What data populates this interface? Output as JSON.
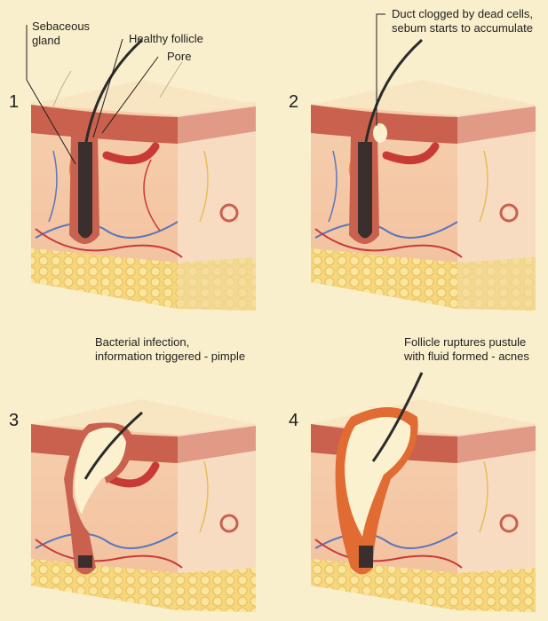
{
  "panels": [
    {
      "number": "1",
      "stage": "healthy"
    },
    {
      "number": "2",
      "stage": "clogged"
    },
    {
      "number": "3",
      "stage": "infected"
    },
    {
      "number": "4",
      "stage": "ruptured"
    }
  ],
  "labels": {
    "sebaceous_gland": "Sebaceous\ngland",
    "healthy_follicle": "Healthy follicle",
    "pore": "Pore",
    "duct_clogged": "Duct clogged by dead cells,\nsebum starts to accumulate",
    "bacterial_infection": "Bacterial infection,\ninformation triggered - pimple",
    "follicle_ruptures": "Follicle ruptures pustule\nwith fluid formed - acnes"
  },
  "colors": {
    "background": "#faefcc",
    "skin_surface": "#f7e3bc",
    "epidermis": "#c9614e",
    "dermis": "#f3c9a8",
    "fat_layer": "#f6d77e",
    "hair": "#2b2b2b",
    "vein": "#5a76bd",
    "artery": "#c83a36",
    "sebum": "#fbf1cf",
    "inflammation": "#e06b33"
  }
}
